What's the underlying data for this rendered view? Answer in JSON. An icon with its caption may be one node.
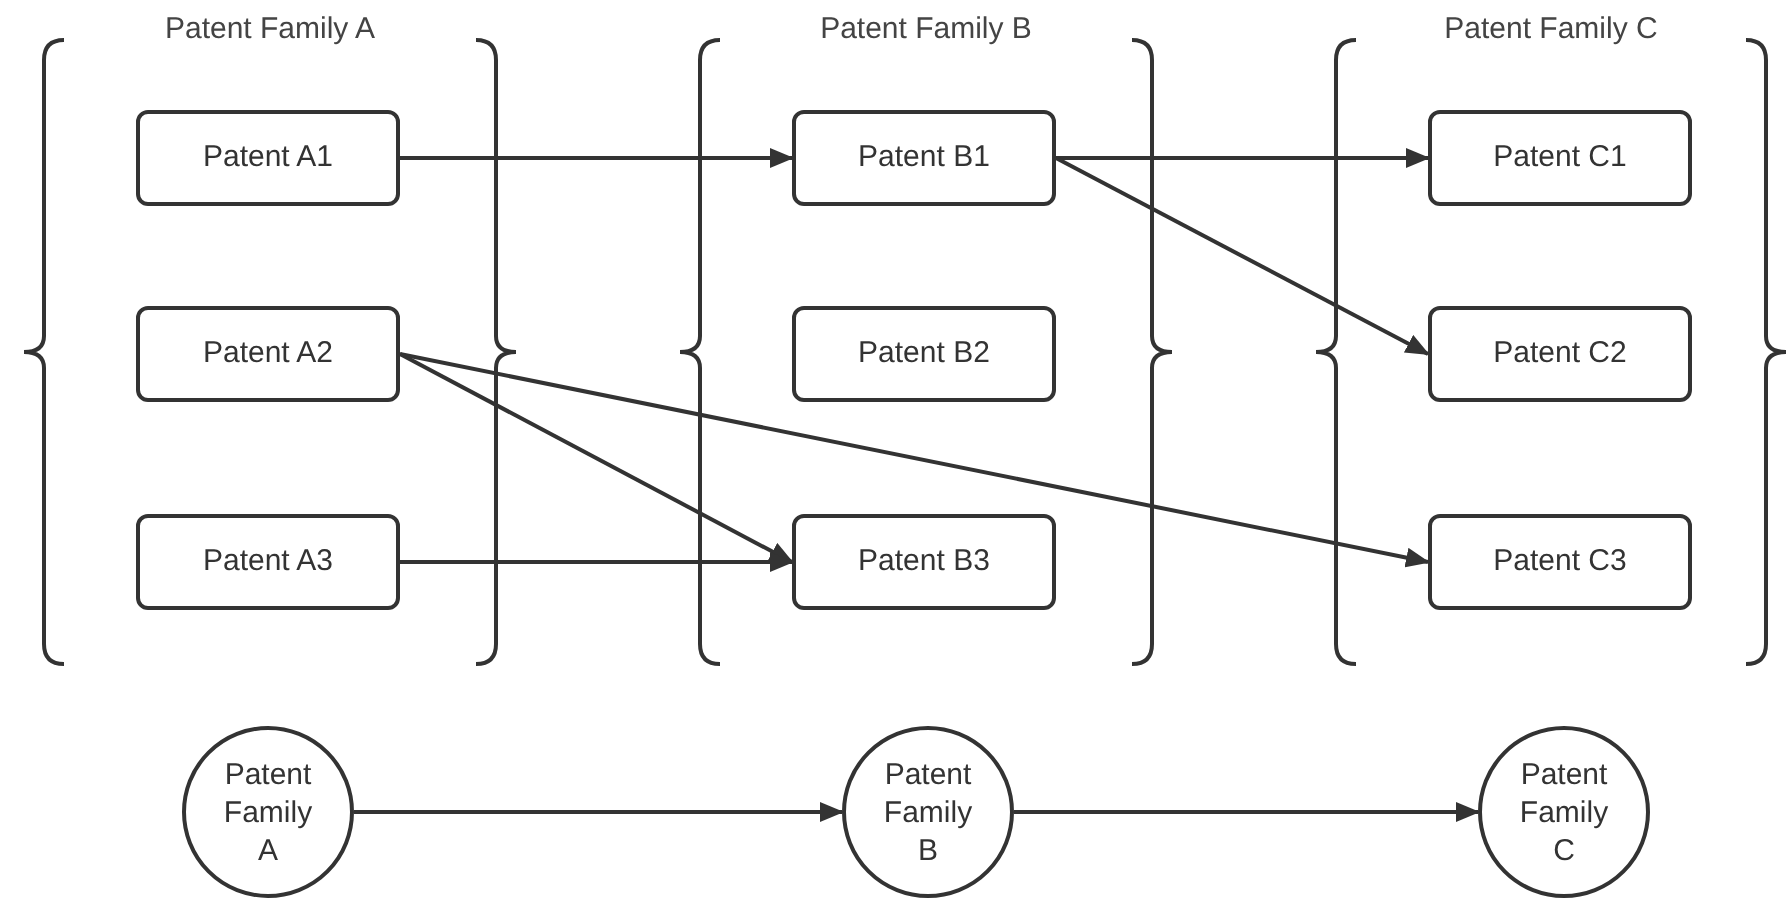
{
  "diagram": {
    "nodes": [
      {
        "text": [
          "Patent Family A"
        ]
      },
      {
        "text": [
          "Patent A1"
        ],
        "in": 0
      },
      {
        "text": [
          "Patent A2"
        ],
        "in": 0
      },
      {
        "text": [
          "Patent A3"
        ],
        "in": 0
      },
      {
        "text": [
          "Patent Family B"
        ]
      },
      {
        "text": [
          "Patent B1"
        ],
        "in": 4
      },
      {
        "text": [
          "Patent B2"
        ],
        "in": 4
      },
      {
        "text": [
          "Patent B3"
        ],
        "in": 4
      },
      {
        "text": [
          "Patent Family C"
        ]
      },
      {
        "text": [
          "Patent C1"
        ],
        "in": 8
      },
      {
        "text": [
          "Patent C2"
        ],
        "in": 8
      },
      {
        "text": [
          "Patent C3"
        ],
        "in": 8
      },
      {
        "text": [
          "Patent Family A"
        ]
      },
      {
        "text": [
          "Patent Family B"
        ]
      },
      {
        "text": [
          "Patent Family C"
        ]
      }
    ],
    "edges": [
      {
        "from": 1,
        "to": 5,
        "arrow": "to"
      },
      {
        "from": 5,
        "to": 9,
        "arrow": "to"
      },
      {
        "from": 5,
        "to": 10,
        "arrow": "to"
      },
      {
        "from": 2,
        "to": 7,
        "arrow": "to"
      },
      {
        "from": 2,
        "to": 11,
        "arrow": "to"
      },
      {
        "from": 3,
        "to": 7,
        "arrow": "to"
      },
      {
        "from": 12,
        "to": 13,
        "arrow": "to"
      },
      {
        "from": 13,
        "to": 14,
        "arrow": "to"
      }
    ]
  }
}
